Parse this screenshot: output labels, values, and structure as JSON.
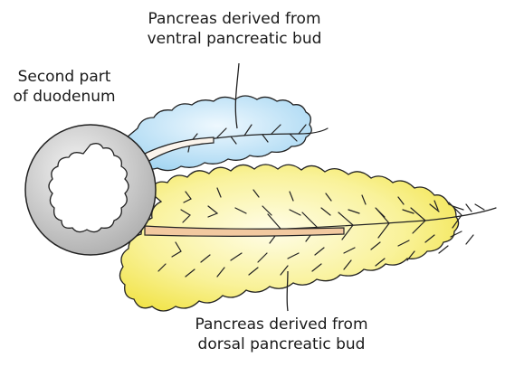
{
  "labels": {
    "ventral_line1": "Pancreas derived from",
    "ventral_line2": "ventral pancreatic bud",
    "duodenum_line1": "Second part",
    "duodenum_line2": "of duodenum",
    "dorsal_line1": "Pancreas derived from",
    "dorsal_line2": "dorsal pancreatic bud"
  },
  "colors": {
    "ventral_fill": "#a9d8f3",
    "dorsal_fill": "#f6ee55",
    "duct_fill": "#f2c9a0",
    "duodenum_wall": "#c4c4c4",
    "outline": "#222222"
  }
}
